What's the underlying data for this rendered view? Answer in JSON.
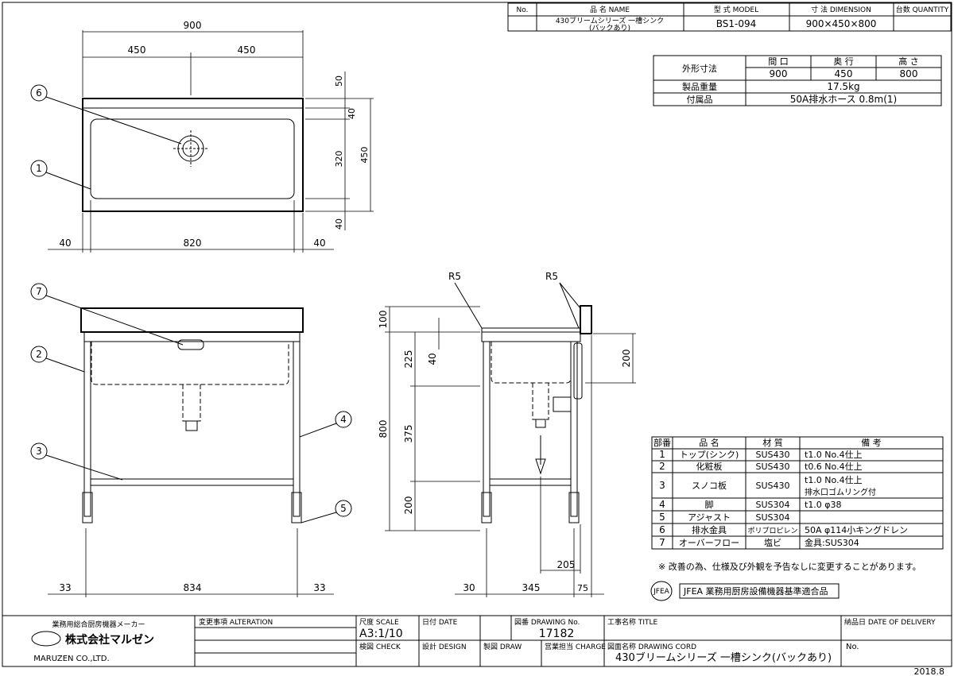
{
  "header": {
    "no_label": "No.",
    "name_label": "品 名 NAME",
    "model_label": "型 式 MODEL",
    "dim_label": "寸 法 DIMENSION",
    "qty_label": "台数 QUANTITY",
    "name_value_1": "430ブリームシリーズ 一槽シンク",
    "name_value_2": "(バックあり)",
    "model_value": "BS1-094",
    "dim_value": "900×450×800"
  },
  "spec": {
    "outer_label": "外形寸法",
    "col_w": "間 口",
    "col_d": "奥 行",
    "col_h": "高 さ",
    "val_w": "900",
    "val_d": "450",
    "val_h": "800",
    "weight_label": "製品重量",
    "weight_value": "17.5kg",
    "acc_label": "付属品",
    "acc_value": "50A排水ホース 0.8m(1)"
  },
  "parts": {
    "headers": [
      "部番",
      "品 名",
      "材 質",
      "備 考"
    ],
    "rows": [
      {
        "no": "1",
        "name": "トップ(シンク)",
        "mat": "SUS430",
        "note": "t1.0 No.4仕上",
        "note2": ""
      },
      {
        "no": "2",
        "name": "化粧板",
        "mat": "SUS430",
        "note": "t0.6 No.4仕上",
        "note2": ""
      },
      {
        "no": "3",
        "name": "スノコ板",
        "mat": "SUS430",
        "note": "t1.0 No.4仕上",
        "note2": "排水口ゴムリング付"
      },
      {
        "no": "4",
        "name": "脚",
        "mat": "SUS304",
        "note": "t1.0 φ38",
        "note2": ""
      },
      {
        "no": "5",
        "name": "アジャスト",
        "mat": "SUS304",
        "note": "",
        "note2": ""
      },
      {
        "no": "6",
        "name": "排水金具",
        "mat": "ポリプロピレン",
        "note": "50A φ114小キングドレン",
        "note2": ""
      },
      {
        "no": "7",
        "name": "オーバーフロー",
        "mat": "塩ビ",
        "note": "金具:SUS304",
        "note2": ""
      }
    ]
  },
  "notice": "※ 改善の為、仕様及び外観を予告なしに変更することがあります。",
  "jfea": {
    "mark": "JFEA",
    "text": "JFEA 業務用厨房設備機器基準適合品"
  },
  "dims": {
    "top_overall": "900",
    "top_half_l": "450",
    "top_half_r": "450",
    "r50": "50",
    "r40a": "40",
    "r320": "320",
    "r40b": "40",
    "r450": "450",
    "bottom_40l": "40",
    "bottom_820": "820",
    "bottom_40r": "40",
    "front_33l": "33",
    "front_834": "834",
    "front_33r": "33",
    "side_100": "100",
    "side_225": "225",
    "side_40": "40",
    "side_800": "800",
    "side_375": "375",
    "side_200": "200",
    "side_200r": "200",
    "side_205": "205",
    "side_30": "30",
    "side_345": "345",
    "side_75": "75",
    "r5a": "R5",
    "r5b": "R5"
  },
  "callouts": [
    "1",
    "2",
    "3",
    "4",
    "5",
    "6",
    "7"
  ],
  "titleblock": {
    "company_sub": "業務用総合厨房機器メーカー",
    "company_name": "株式会社マルゼン",
    "company_en": "MARUZEN CO.,LTD.",
    "alteration_label": "変更事項 ALTERATION",
    "scale_label": "尺度 SCALE",
    "scale_value": "A3:1/10",
    "date_label": "日付 DATE",
    "drawing_no_label": "図番 DRAWING No.",
    "drawing_no_value": "17182",
    "title_label": "工事名称 TITLE",
    "delivery_label": "納品日 DATE OF DELIVERY",
    "check_label": "検図 CHECK",
    "design_label": "設計 DESIGN",
    "draw_label": "製図 DRAW",
    "charge_label": "営業担当 CHARGE",
    "cord_label": "図面名称 DRAWING CORD",
    "cord_value": "430ブリームシリーズ 一槽シンク(バックあり)",
    "no_label": "No.",
    "year": "2018.8"
  }
}
